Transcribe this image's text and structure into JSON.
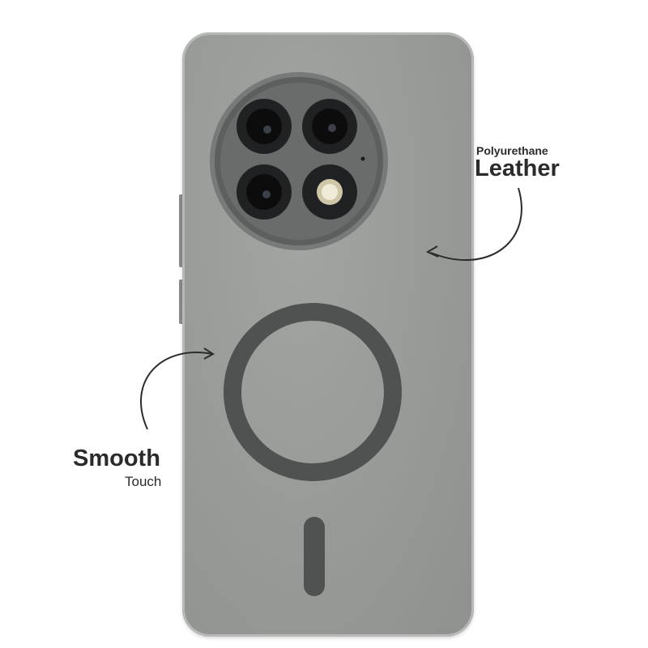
{
  "callouts": {
    "leather": {
      "small": "Polyurethane",
      "big": "Leather"
    },
    "smooth": {
      "big": "Smooth",
      "small": "Touch"
    }
  },
  "colors": {
    "case": "#9a9c9a",
    "camera_module": "#5d5e5e",
    "magsafe_ring": "#505252",
    "text": "#2b2b2b"
  }
}
